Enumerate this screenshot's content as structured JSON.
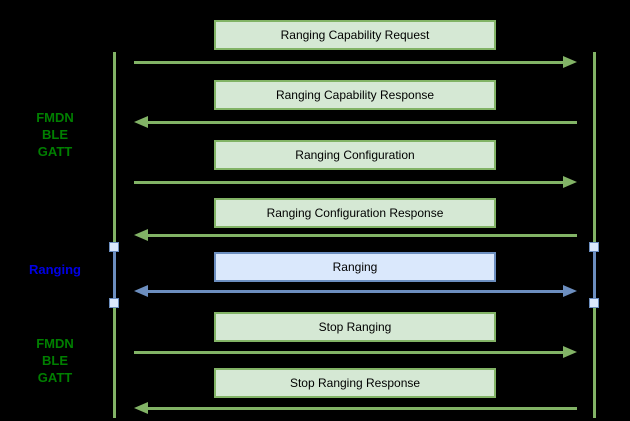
{
  "diagram": {
    "type": "sequence-diagram",
    "background": "#000000",
    "colors": {
      "green_fill": "#d5e8d4",
      "green_stroke": "#82b366",
      "blue_fill": "#dae8fc",
      "blue_stroke": "#6c8ebf",
      "label_green": "#007f00",
      "label_blue": "#0000e6",
      "box_text": "#000000"
    },
    "left_labels": [
      {
        "lines": [
          "FMDN",
          "BLE",
          "GATT"
        ],
        "color": "green"
      },
      {
        "lines": [
          "Ranging"
        ],
        "color": "blue"
      },
      {
        "lines": [
          "FMDN",
          "BLE",
          "GATT"
        ],
        "color": "green"
      }
    ],
    "messages": [
      {
        "label": "Ranging Capability Request",
        "direction": "right",
        "color": "green"
      },
      {
        "label": "Ranging Capability Response",
        "direction": "left",
        "color": "green"
      },
      {
        "label": "Ranging Configuration",
        "direction": "right",
        "color": "green"
      },
      {
        "label": "Ranging Configuration Response",
        "direction": "left",
        "color": "green"
      },
      {
        "label": "Ranging",
        "direction": "both",
        "color": "blue"
      },
      {
        "label": "Stop Ranging",
        "direction": "right",
        "color": "green"
      },
      {
        "label": "Stop Ranging Response",
        "direction": "left",
        "color": "green"
      }
    ]
  }
}
